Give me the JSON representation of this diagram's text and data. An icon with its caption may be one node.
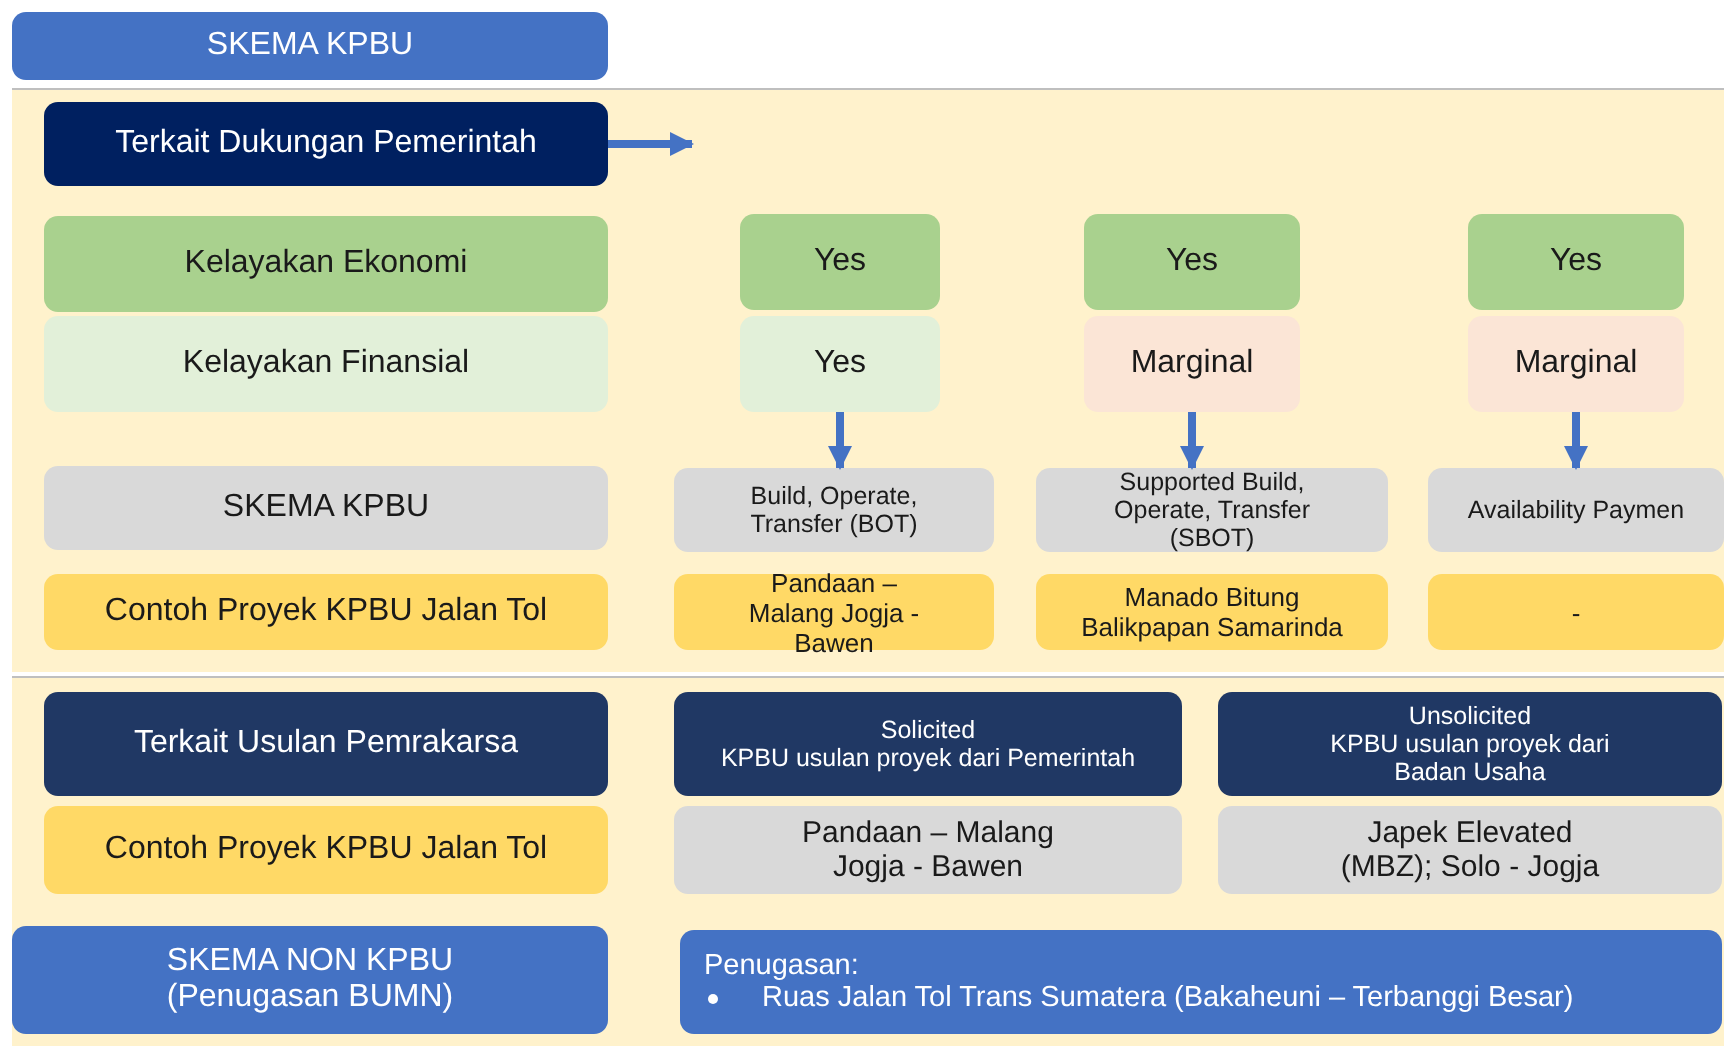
{
  "diagram": {
    "nodes": [
      {
        "text": [
          "SKEMA KPBU"
        ]
      },
      {
        "text": [
          "Terkait Dukungan Pemerintah"
        ]
      },
      {
        "text": [
          "Kelayakan Ekonomi"
        ]
      },
      {
        "text": [
          "Yes"
        ]
      },
      {
        "text": [
          "Yes"
        ]
      },
      {
        "text": [
          "Yes"
        ]
      },
      {
        "text": [
          "Kelayakan Finansial"
        ]
      },
      {
        "text": [
          "Yes"
        ]
      },
      {
        "text": [
          "Marginal"
        ]
      },
      {
        "text": [
          "Marginal"
        ]
      },
      {
        "text": [
          "SKEMA KPBU"
        ]
      },
      {
        "text": [
          "Build, Operate, Transfer (BOT)"
        ]
      },
      {
        "text": [
          "Supported Build, Operate, Transfer (SBOT)"
        ]
      },
      {
        "text": [
          "Availability Paymen"
        ]
      },
      {
        "text": [
          "Contoh Proyek KPBU Jalan Tol"
        ]
      },
      {
        "text": [
          "Pandaan – Malang Jogja - Bawen"
        ]
      },
      {
        "text": [
          "Manado Bitung Balikpapan Samarinda"
        ]
      },
      {
        "text": [
          "-"
        ]
      },
      {
        "text": [
          "Terkait Usulan Pemrakarsa"
        ]
      },
      {
        "text": [
          "Solicited",
          "KPBU usulan proyek dari Pemerintah"
        ]
      },
      {
        "text": [
          "Unsolicited",
          "KPBU usulan proyek dari Badan Usaha"
        ]
      },
      {
        "text": [
          "Contoh Proyek KPBU Jalan Tol"
        ]
      },
      {
        "text": [
          "Pandaan – Malang Jogja - Bawen"
        ]
      },
      {
        "text": [
          "Japek Elevated (MBZ); Solo - Jogja"
        ]
      },
      {
        "text": [
          "SKEMA NON KPBU (Penugasan BUMN)"
        ]
      },
      {
        "text": [
          "Penugasan:",
          "Ruas Jalan Tol Trans Sumatera (Bakaheuni – Terbanggi Besar)"
        ]
      }
    ],
    "edges": [
      {
        "from": 1,
        "to": null,
        "arrow": "to"
      },
      {
        "from": 7,
        "to": 11,
        "arrow": "to"
      },
      {
        "from": 8,
        "to": 12,
        "arrow": "to"
      },
      {
        "from": 9,
        "to": 13,
        "arrow": "to"
      }
    ]
  }
}
